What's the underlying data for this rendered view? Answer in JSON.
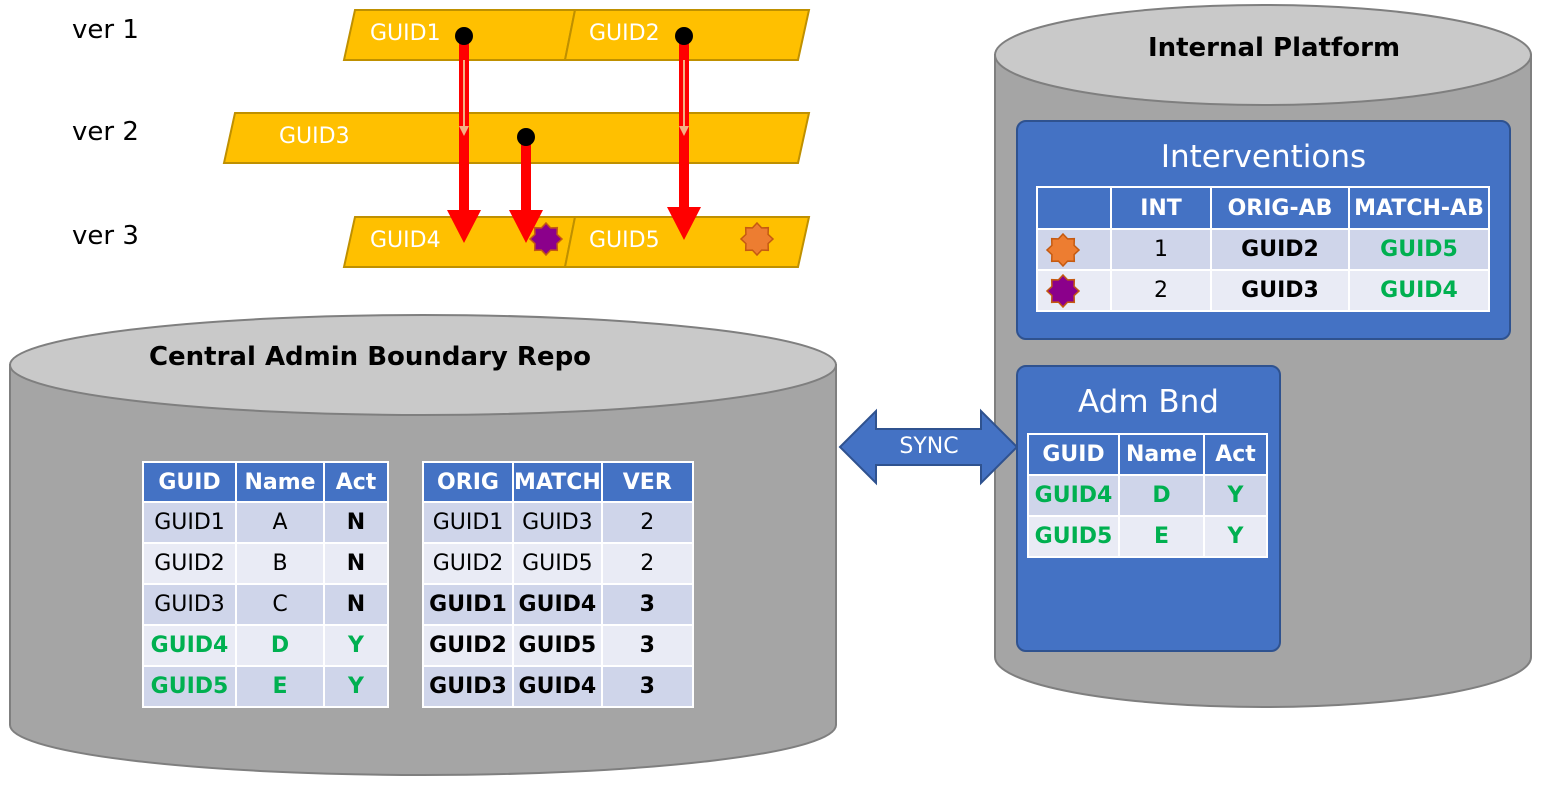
{
  "versions": {
    "ver1": "ver 1",
    "ver2": "ver 2",
    "ver3": "ver 3"
  },
  "guid_bars": {
    "guid1": "GUID1",
    "guid2": "GUID2",
    "guid3": "GUID3",
    "guid4": "GUID4",
    "guid5": "GUID5"
  },
  "central_repo": {
    "title": "Central Admin Boundary Repo",
    "boundary_table": {
      "headers": [
        "GUID",
        "Name",
        "Act"
      ],
      "rows": [
        [
          "GUID1",
          "A",
          "N"
        ],
        [
          "GUID2",
          "B",
          "N"
        ],
        [
          "GUID3",
          "C",
          "N"
        ],
        [
          "GUID4",
          "D",
          "Y"
        ],
        [
          "GUID5",
          "E",
          "Y"
        ]
      ]
    },
    "match_table": {
      "headers": [
        "ORIG",
        "MATCH",
        "VER"
      ],
      "rows": [
        [
          "GUID1",
          "GUID3",
          "2"
        ],
        [
          "GUID2",
          "GUID5",
          "2"
        ],
        [
          "GUID1",
          "GUID4",
          "3"
        ],
        [
          "GUID2",
          "GUID5",
          "3"
        ],
        [
          "GUID3",
          "GUID4",
          "3"
        ]
      ]
    }
  },
  "sync_label": "SYNC",
  "internal_platform": {
    "title": "Internal Platform",
    "interventions": {
      "title": "Interventions",
      "headers": [
        "",
        "INT",
        "ORIG-AB",
        "MATCH-AB"
      ],
      "rows": [
        {
          "star_color": "#ed7d31",
          "int": "1",
          "orig": "GUID2",
          "match": "GUID5"
        },
        {
          "star_color": "#8b008b",
          "int": "2",
          "orig": "GUID3",
          "match": "GUID4"
        }
      ]
    },
    "adm_bnd": {
      "title": "Adm Bnd",
      "headers": [
        "GUID",
        "Name",
        "Act"
      ],
      "rows": [
        [
          "GUID4",
          "D",
          "Y"
        ],
        [
          "GUID5",
          "E",
          "Y"
        ]
      ]
    }
  },
  "colors": {
    "bar_fill": "#ffc000",
    "bar_stroke": "#bf9000",
    "arrow": "#ff0000",
    "cylinder_body": "#a5a5a5",
    "cylinder_top": "#c9c9c9",
    "panel_blue": "#4472c4",
    "active_green": "#00b050"
  }
}
